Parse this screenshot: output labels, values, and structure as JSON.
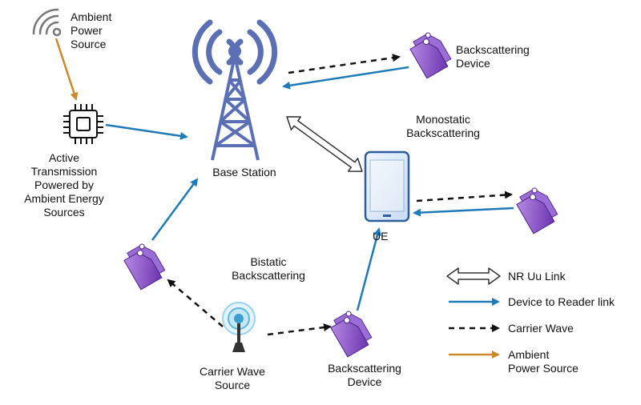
{
  "labels": {
    "ambient_power_source": "Ambient\nPower\nSource",
    "active_transmission": "Active\nTransmission\nPowered by\nAmbient Energy\nSources",
    "base_station": "Base Station",
    "backscattering_device_top": "Backscattering\nDevice",
    "monostatic": "Monostatic\nBackscattering",
    "ue": "UE",
    "bistatic": "Bistatic\nBackscattering",
    "carrier_wave_source": "Carrier Wave\nSource",
    "backscattering_device_bottom": "Backscattering\nDevice"
  },
  "legend": [
    {
      "name": "legend-nr-uu-link",
      "label": "NR Uu Link"
    },
    {
      "name": "legend-device-to-reader",
      "label": "Device to Reader link"
    },
    {
      "name": "legend-carrier-wave",
      "label": "Carrier Wave"
    },
    {
      "name": "legend-ambient-power",
      "label": "Ambient\nPower Source"
    }
  ],
  "colors": {
    "device_to_reader": "#1f7ab8",
    "carrier_wave": "#111111",
    "ambient_power": "#c98a2b",
    "tag_purple": "#8a4fc8",
    "tower_blue": "#5a6fb4",
    "ue_fill": "#dbe9f9"
  },
  "icons": {
    "ambient_power_source": "wifi-signal-icon",
    "active_transmitter": "microchip-icon",
    "base_station": "cell-tower-icon",
    "ue": "smartphone-icon",
    "backscatter_tag": "tag-icon",
    "carrier_wave_source": "antenna-icon"
  }
}
